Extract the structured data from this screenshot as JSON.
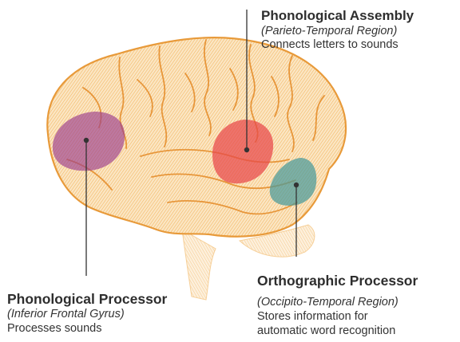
{
  "labels": {
    "phonological_assembly": {
      "title": "Phonological Assembly",
      "region": "(Parieto-Temporal Region)",
      "description": "Connects letters to sounds",
      "color": "#e8464a"
    },
    "phonological_processor": {
      "title": "Phonological Processor",
      "region": "(Inferior Frontal Gyrus)",
      "description": "Processes sounds",
      "color": "#9b3e8e"
    },
    "orthographic_processor": {
      "title": "Orthographic Processor",
      "region": "(Occipito-Temporal Region)",
      "description_line1": "Stores information for",
      "description_line2": "automatic word recognition",
      "color": "#4a9a9a"
    }
  },
  "brain_color": "#f0a640"
}
